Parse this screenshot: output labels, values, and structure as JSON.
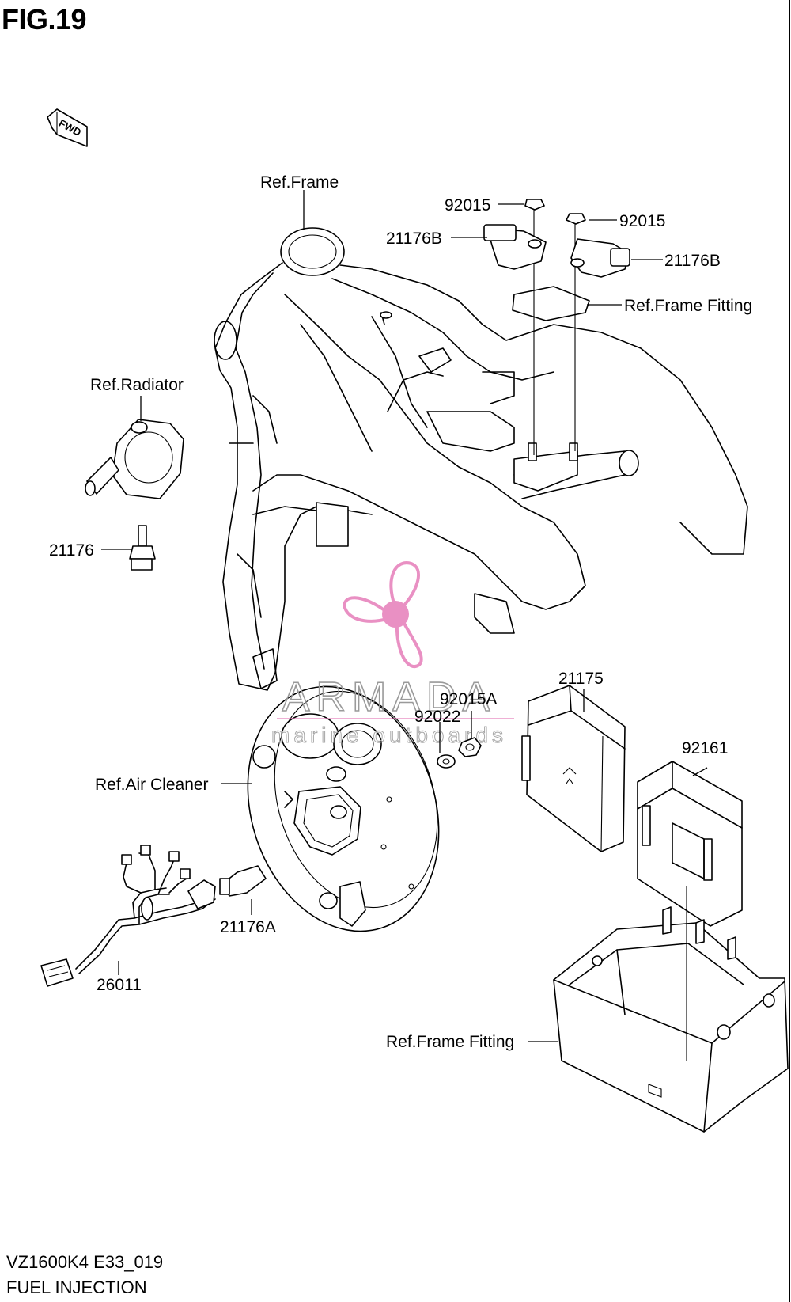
{
  "figure": {
    "title": "FIG.19"
  },
  "direction": {
    "arrow_text": "FWD"
  },
  "labels": {
    "ref_frame": "Ref.Frame",
    "n92015_left": "92015",
    "n92015_right": "92015",
    "n21176b_left": "21176B",
    "n21176b_right": "21176B",
    "ref_frame_fitting_top": "Ref.Frame Fitting",
    "ref_radiator": "Ref.Radiator",
    "n21176": "21176",
    "n21175": "21175",
    "n92015a": "92015A",
    "n92022": "92022",
    "n92161": "92161",
    "ref_air_cleaner": "Ref.Air Cleaner",
    "n21176a": "21176A",
    "n26011": "26011",
    "ref_frame_fitting_bottom": "Ref.Frame Fitting"
  },
  "watermark": {
    "brand": "ARMADA",
    "tagline": "marine outboards"
  },
  "footer": {
    "model_code": "VZ1600K4 E33_019",
    "section": "FUEL INJECTION"
  },
  "colors": {
    "line": "#000000",
    "watermark_pink": "#e26bb0",
    "watermark_gray": "#9a9a9a"
  }
}
